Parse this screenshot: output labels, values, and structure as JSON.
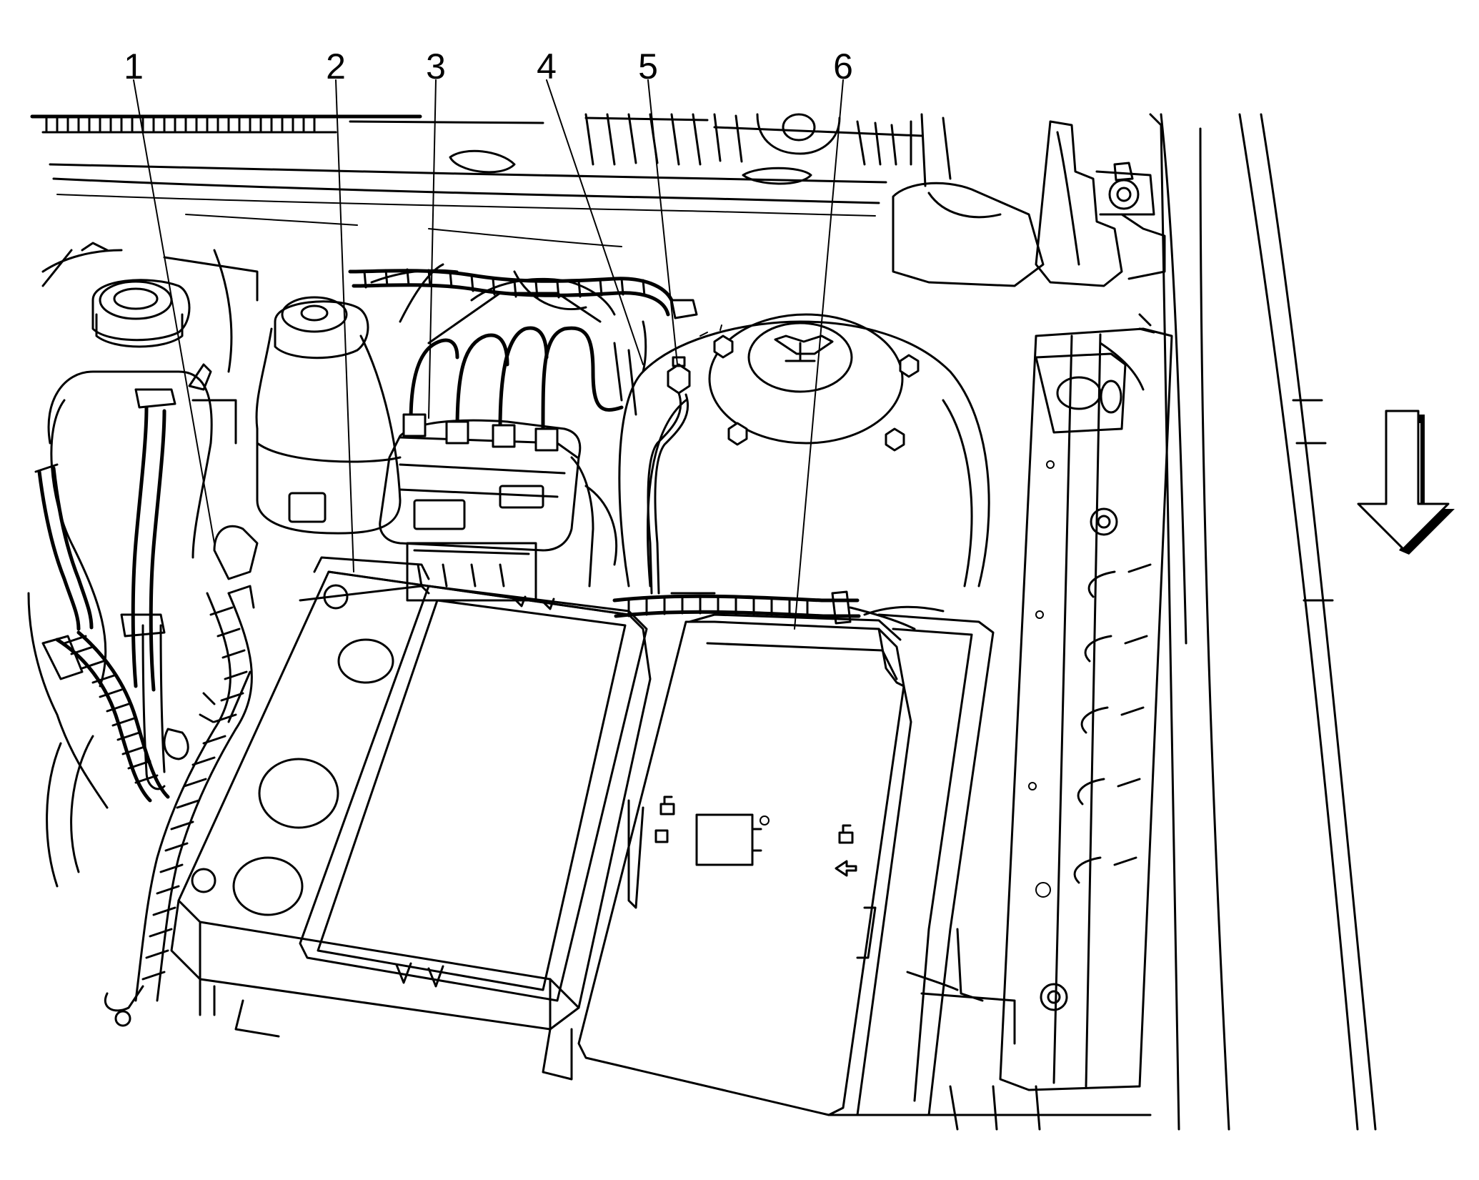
{
  "diagram": {
    "callouts": [
      {
        "id": "1",
        "label": "1"
      },
      {
        "id": "2",
        "label": "2"
      },
      {
        "id": "3",
        "label": "3"
      },
      {
        "id": "4",
        "label": "4"
      },
      {
        "id": "5",
        "label": "5"
      },
      {
        "id": "6",
        "label": "6"
      }
    ],
    "direction_arrow": {
      "icon": "down-arrow-icon",
      "pointing": "down"
    }
  }
}
